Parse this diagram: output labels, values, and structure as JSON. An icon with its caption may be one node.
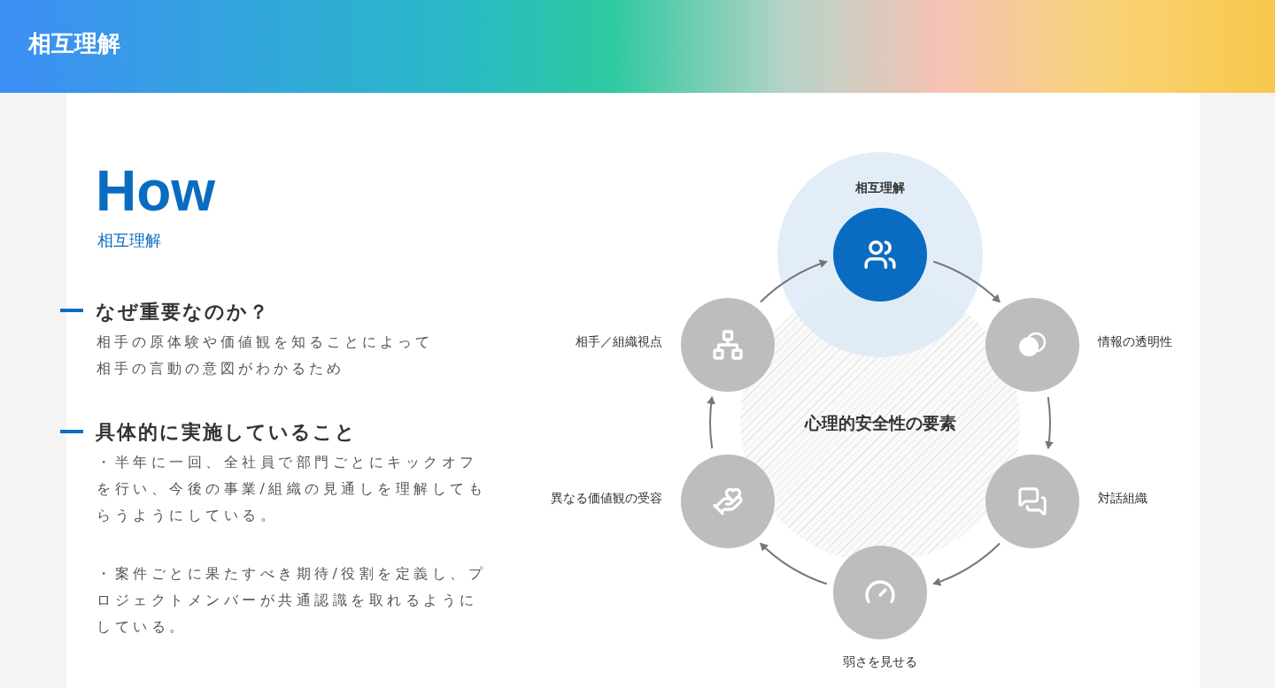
{
  "diagram": {
    "title": "相互理解",
    "nodes": [
      {
        "text": [
          "相互理解"
        ]
      },
      {
        "text": [],
        "shape": "circle",
        "in": 0
      },
      {
        "text": [
          "心理的安全性の要素"
        ]
      },
      {
        "text": [],
        "shape": "circle",
        "beside": [
          "情報の透明性"
        ]
      },
      {
        "text": [],
        "shape": "circle",
        "beside": [
          "対話組織"
        ]
      },
      {
        "text": [],
        "shape": "circle",
        "beside": [
          "弱さを見せる"
        ]
      },
      {
        "text": [],
        "shape": "circle",
        "beside": [
          "異なる価値観の受容"
        ]
      },
      {
        "text": [],
        "shape": "circle",
        "beside": [
          "相手／組織視点"
        ]
      }
    ],
    "edges": [
      {
        "from": 1,
        "to": 3,
        "arrow": "to"
      },
      {
        "from": 3,
        "to": 4,
        "arrow": "to"
      },
      {
        "from": 4,
        "to": 5,
        "arrow": "to"
      },
      {
        "from": 5,
        "to": 6,
        "arrow": "to"
      },
      {
        "from": 6,
        "to": 7,
        "arrow": "to"
      },
      {
        "from": 7,
        "to": 1,
        "arrow": "to"
      }
    ],
    "labels": [
      "How",
      "相互理解",
      "なぜ重要なのか？",
      "相手の原体験や価値観を知ることによって相手の言動の意図がわかるため",
      "具体的に実施していること",
      "・半年に一回、全社員で部門ごとにキックオフを行い、今後の事業/組織の見通しを理解してもらうようにしている。",
      "・案件ごとに果たすべき期待/役割を定義し、プロジェクトメンバーが共通認識を取れるようにしている。"
    ]
  }
}
